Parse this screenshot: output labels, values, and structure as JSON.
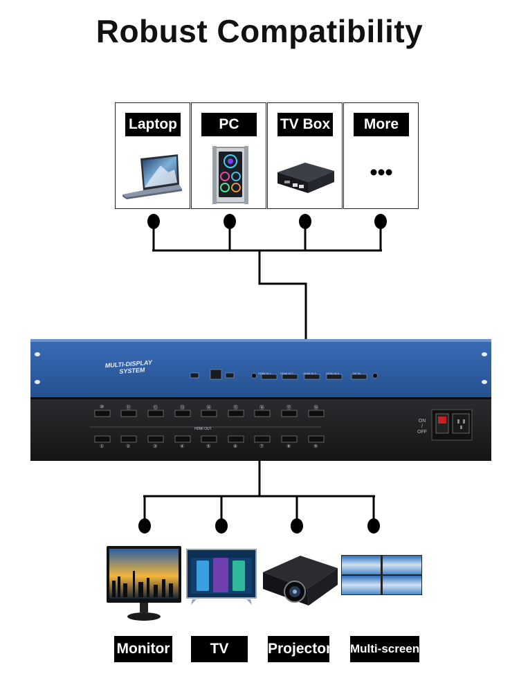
{
  "title": "Robust Compatibility",
  "sources": [
    {
      "label": "Laptop",
      "icon": "laptop-icon"
    },
    {
      "label": "PC",
      "icon": "pc-tower-icon"
    },
    {
      "label": "TV Box",
      "icon": "tv-box-icon"
    },
    {
      "label": "More",
      "icon": "ellipsis-icon"
    }
  ],
  "device": {
    "logo_line1": "MULTI-DISPLAY",
    "logo_line2": "SYSTEM",
    "output_caption": "HDMI OUT",
    "power_line1": "ON",
    "power_line2": "/",
    "power_line3": "OFF",
    "top_port_numbers": [
      "⑩",
      "⑪",
      "⑫",
      "⑬",
      "⑭",
      "⑮",
      "⑯",
      "⑰",
      "⑱"
    ],
    "bottom_port_numbers": [
      "①",
      "②",
      "③",
      "④",
      "⑤",
      "⑥",
      "⑦",
      "⑧",
      "⑨"
    ],
    "input_captions": [
      "HDMI IN 1",
      "HDMI IN 2",
      "HDMI IN 3",
      "HDMI IN 4",
      "DP IN"
    ]
  },
  "outputs": [
    {
      "label": "Monitor",
      "icon": "monitor-icon"
    },
    {
      "label": "TV",
      "icon": "tv-icon"
    },
    {
      "label": "Projector",
      "icon": "projector-icon"
    },
    {
      "label": "Multi-screen",
      "icon": "video-wall-icon"
    }
  ],
  "colors": {
    "device_front": "#2e5fa8",
    "device_body": "#1e2022",
    "wire": "#000000"
  }
}
